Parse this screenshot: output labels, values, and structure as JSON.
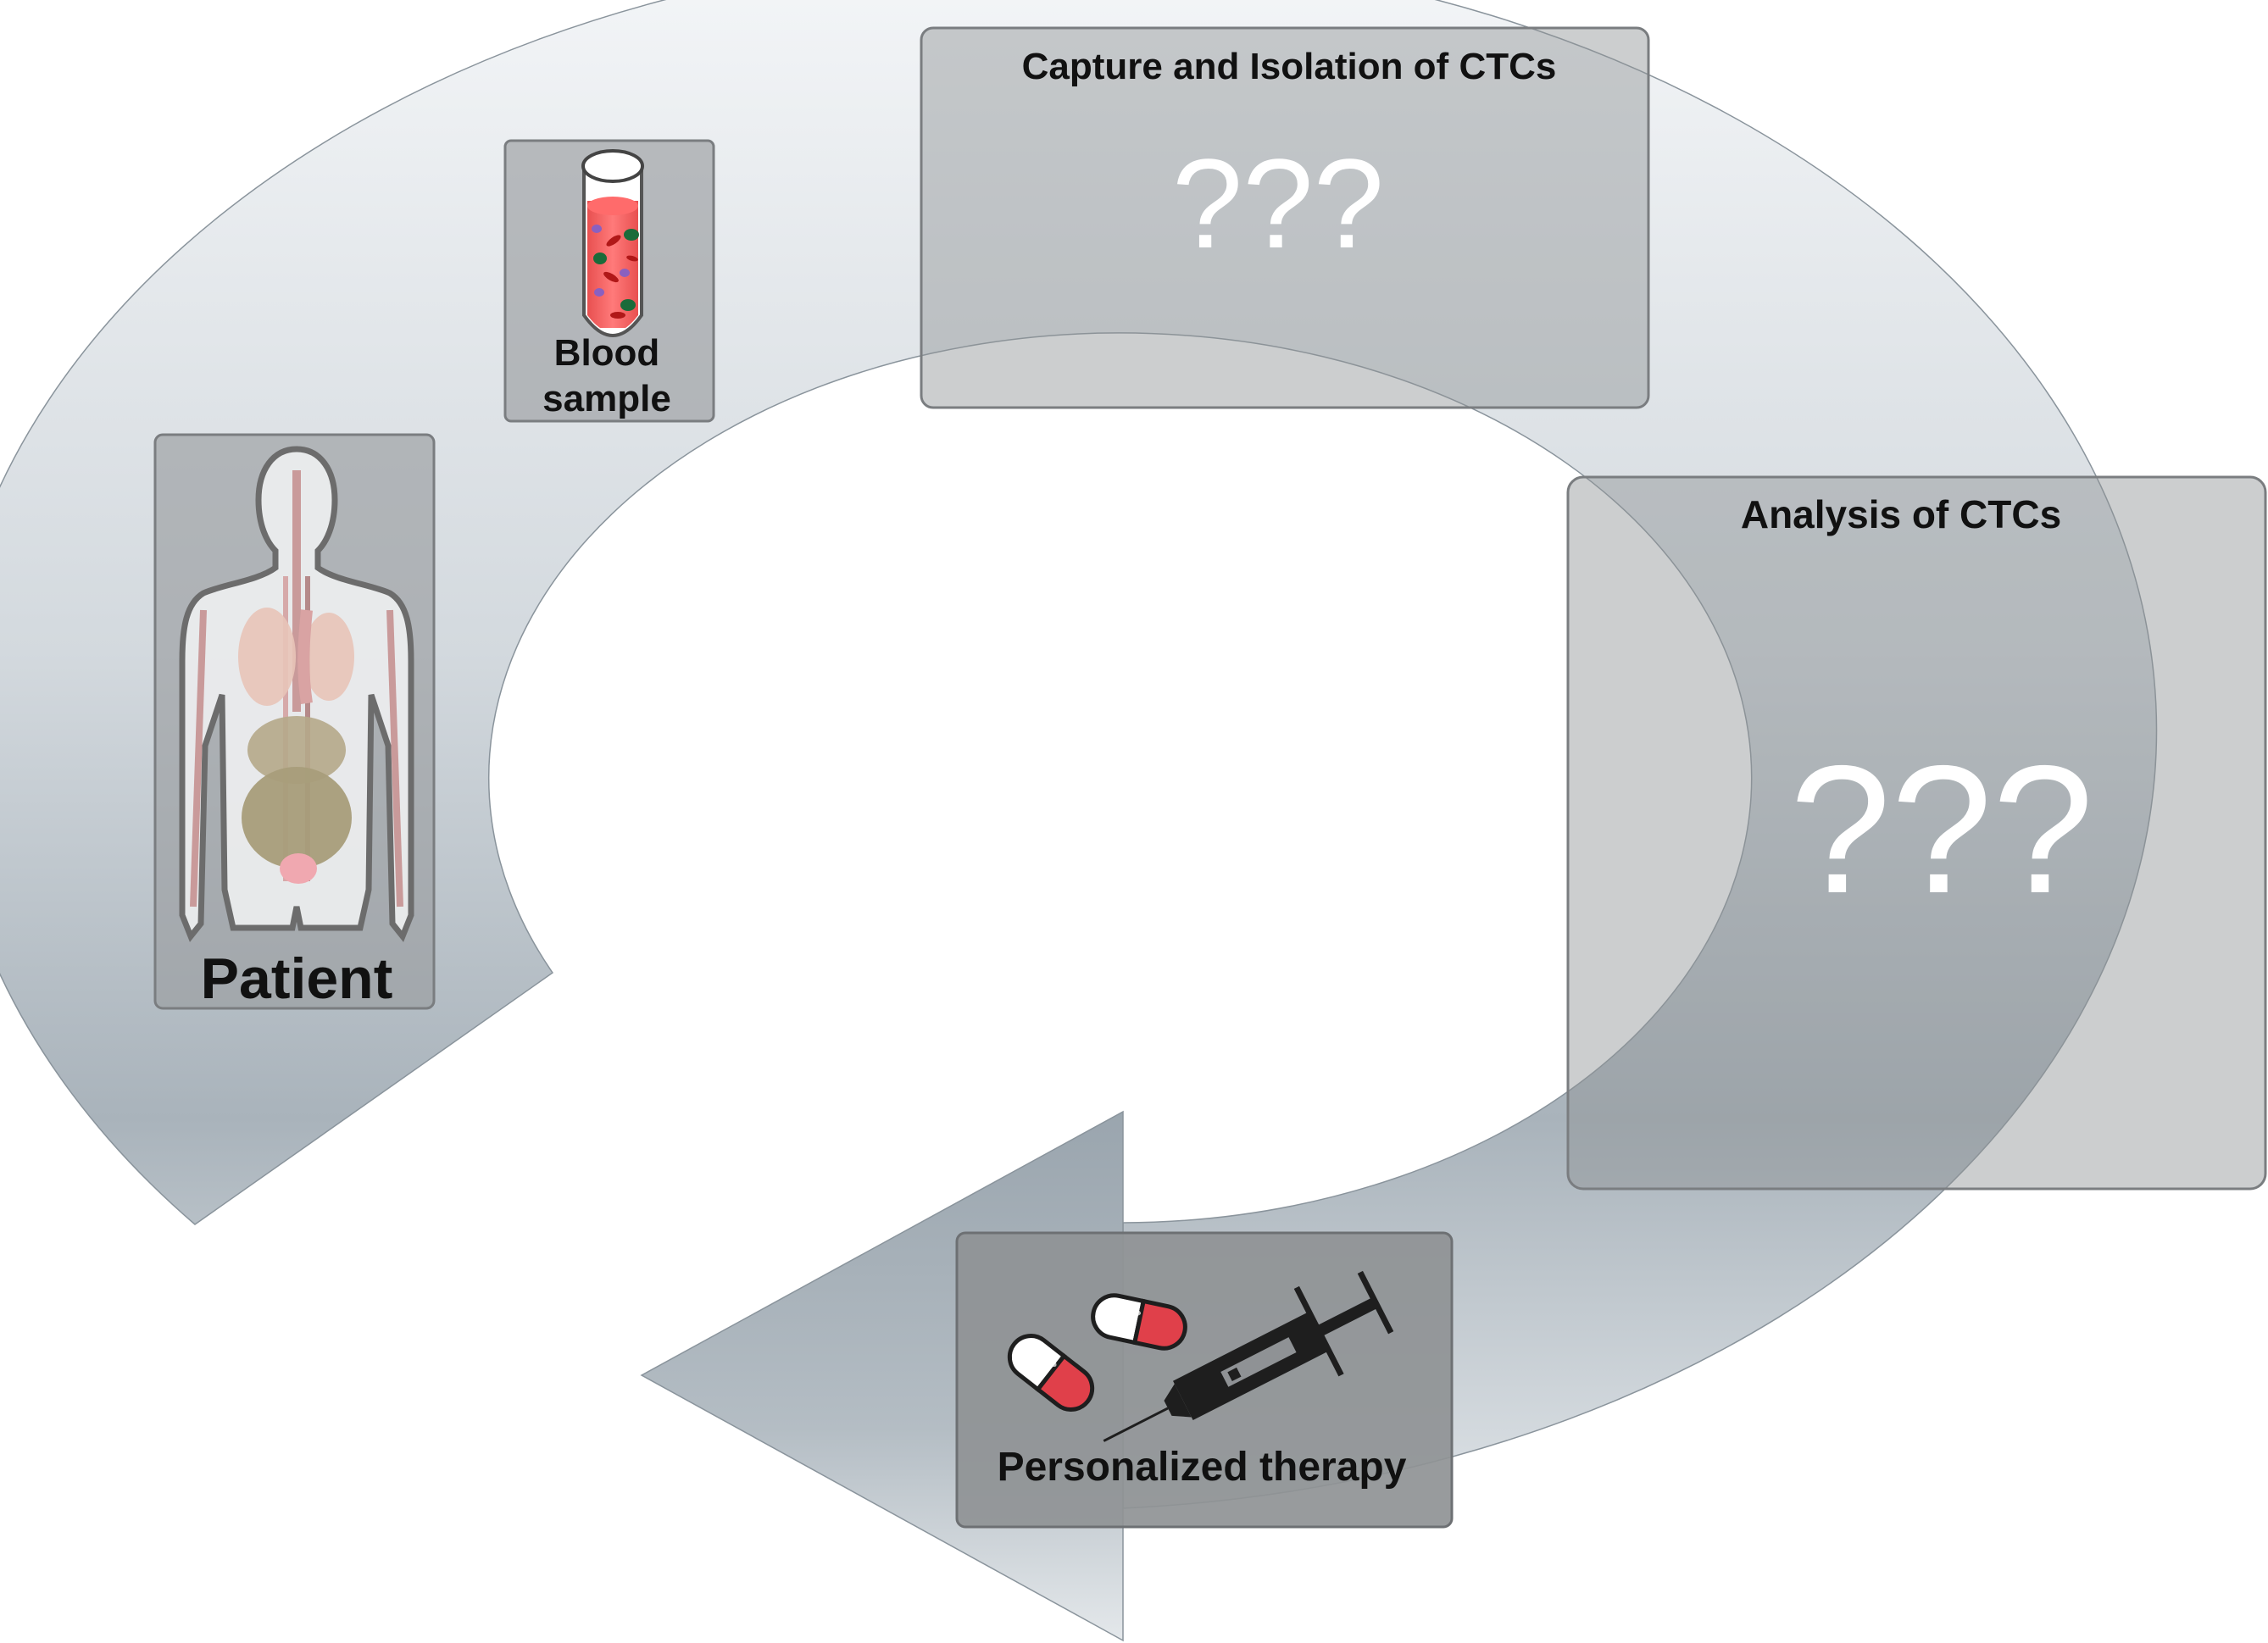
{
  "cycle": {
    "steps": [
      {
        "id": "patient",
        "label": "Patient"
      },
      {
        "id": "blood-sample",
        "label_lines": [
          "Blood",
          "sample"
        ]
      },
      {
        "id": "capture",
        "title": "Capture and Isolation of CTCs",
        "placeholder": "???"
      },
      {
        "id": "analysis",
        "title": "Analysis of CTCs",
        "placeholder": "???"
      },
      {
        "id": "therapy",
        "label": "Personalized therapy"
      }
    ]
  },
  "colors": {
    "arrow_light": "#f4f6f8",
    "arrow_dark": "#a8b2bb",
    "box_fill": "#8f9295",
    "box_stroke": "#7a7d80",
    "blood_red": "#f06060",
    "pill_red": "#e0404a",
    "syringe": "#1e1e1e"
  },
  "icons": [
    "human-body-icon",
    "test-tube-icon",
    "pill-icon",
    "syringe-icon"
  ]
}
